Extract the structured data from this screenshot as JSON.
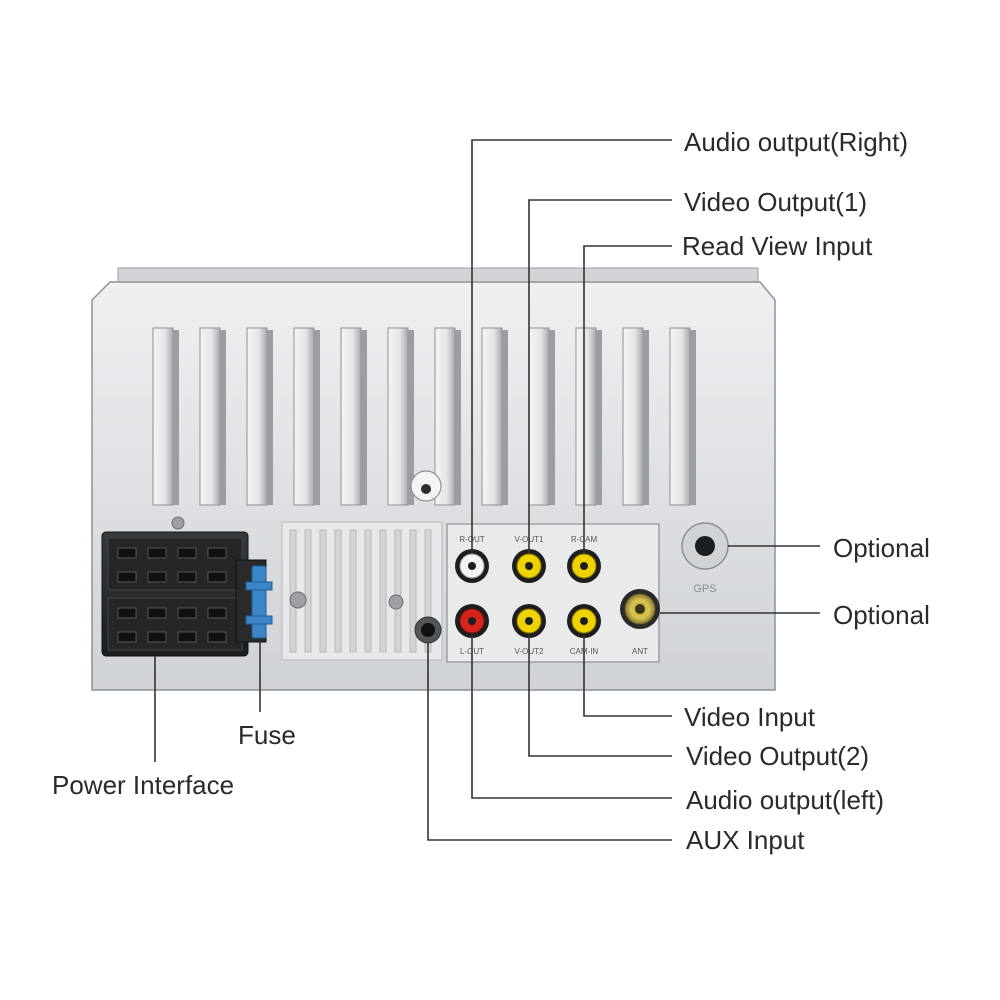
{
  "callouts": {
    "audio_output_right": "Audio output(Right)",
    "video_output_1": "Video Output(1)",
    "read_view_input": "Read View Input",
    "optional_gps": "Optional",
    "optional_ant": "Optional",
    "video_input": "Video Input",
    "video_output_2": "Video Output(2)",
    "audio_output_left": "Audio output(left)",
    "aux_input": "AUX Input",
    "fuse": "Fuse",
    "power_interface": "Power Interface"
  },
  "panel_labels": {
    "r_out": "R-OUT",
    "v_out1": "V-OUT1",
    "r_cam": "R-CAM",
    "l_out": "L-OUT",
    "v_out2": "V-OUT2",
    "cam_in": "CAM-IN",
    "ant": "ANT",
    "gps": "GPS"
  },
  "colors": {
    "body": "#dcdee0",
    "fin": "#eceef0",
    "fin_shadow": "#9a9da1",
    "connector": "#2b2b2b",
    "fuse": "#3a86c8",
    "rca_yellow": "#f0d200",
    "rca_red": "#d8231c",
    "rca_white": "#f4f4f4",
    "ant_socket": "#d9c24a",
    "leader_line": "#333333"
  }
}
